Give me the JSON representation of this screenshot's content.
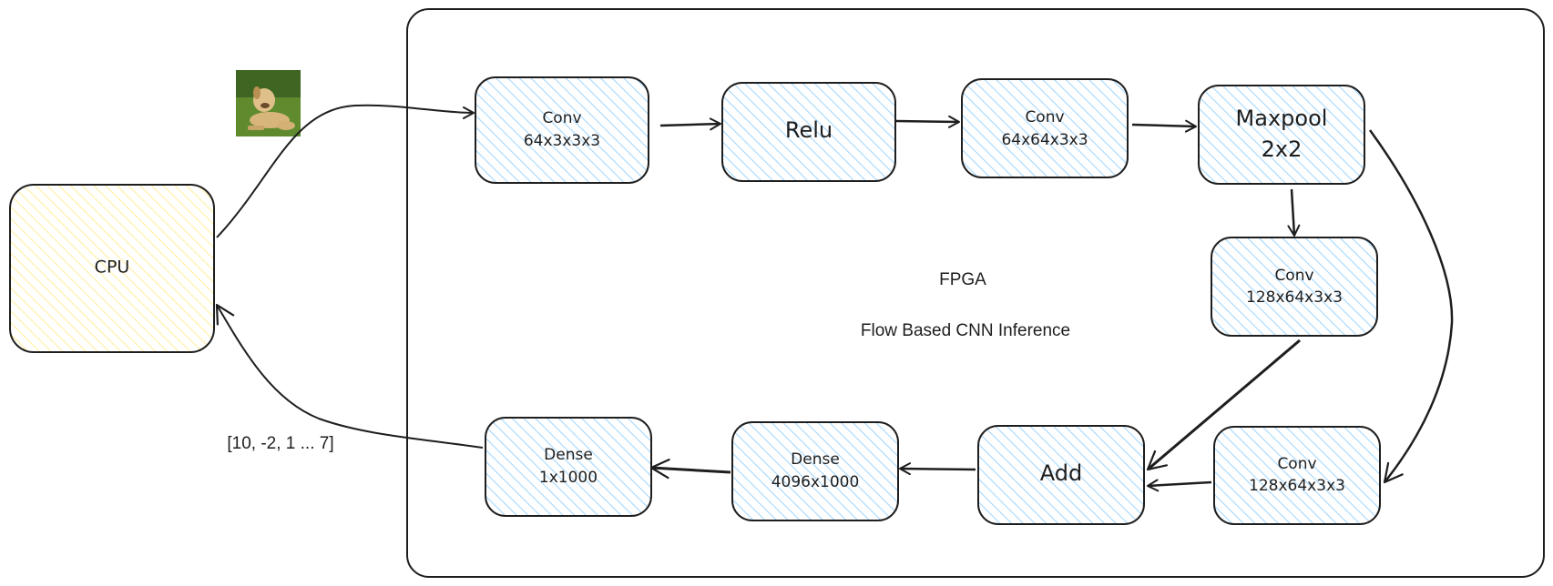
{
  "fpga": {
    "title": "FPGA",
    "subtitle": "Flow Based CNN Inference"
  },
  "cpu": {
    "label": "CPU"
  },
  "output_vector": "[10, -2, 1 ... 7]",
  "nodes": {
    "conv1": {
      "line1": "Conv",
      "line2": "64x3x3x3"
    },
    "relu": {
      "line1": "Relu"
    },
    "conv2": {
      "line1": "Conv",
      "line2": "64x64x3x3"
    },
    "maxpool": {
      "line1": "Maxpool",
      "line2": "2x2"
    },
    "conv3": {
      "line1": "Conv",
      "line2": "128x64x3x3"
    },
    "conv4": {
      "line1": "Conv",
      "line2": "128x64x3x3"
    },
    "add": {
      "line1": "Add"
    },
    "dense1": {
      "line1": "Dense",
      "line2": "4096x1000"
    },
    "dense2": {
      "line1": "Dense",
      "line2": "1x1000"
    }
  },
  "colors": {
    "node_fill": "#a5d8ff",
    "cpu_fill": "#fff3a0",
    "stroke": "#1e1e1e"
  },
  "icons": {
    "input_image": "dog-photo-icon"
  }
}
